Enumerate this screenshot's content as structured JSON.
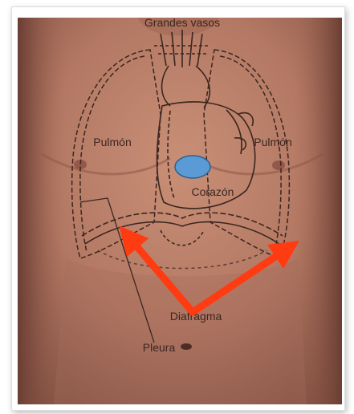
{
  "figure": {
    "labels": {
      "great_vessels": "Grandes vasos",
      "lung_right": "Pulmón",
      "lung_left": "Pulmón",
      "heart": "Corazón",
      "diaphragm": "Diafragma",
      "pleura": "Pleura"
    },
    "annotations": {
      "marker_color": "#5b9bd5",
      "arrow_color": "#ff3b12",
      "outline_color": "#3b2620"
    },
    "image_subject": "anterior-torso-with-thoracic-organ-outlines"
  }
}
